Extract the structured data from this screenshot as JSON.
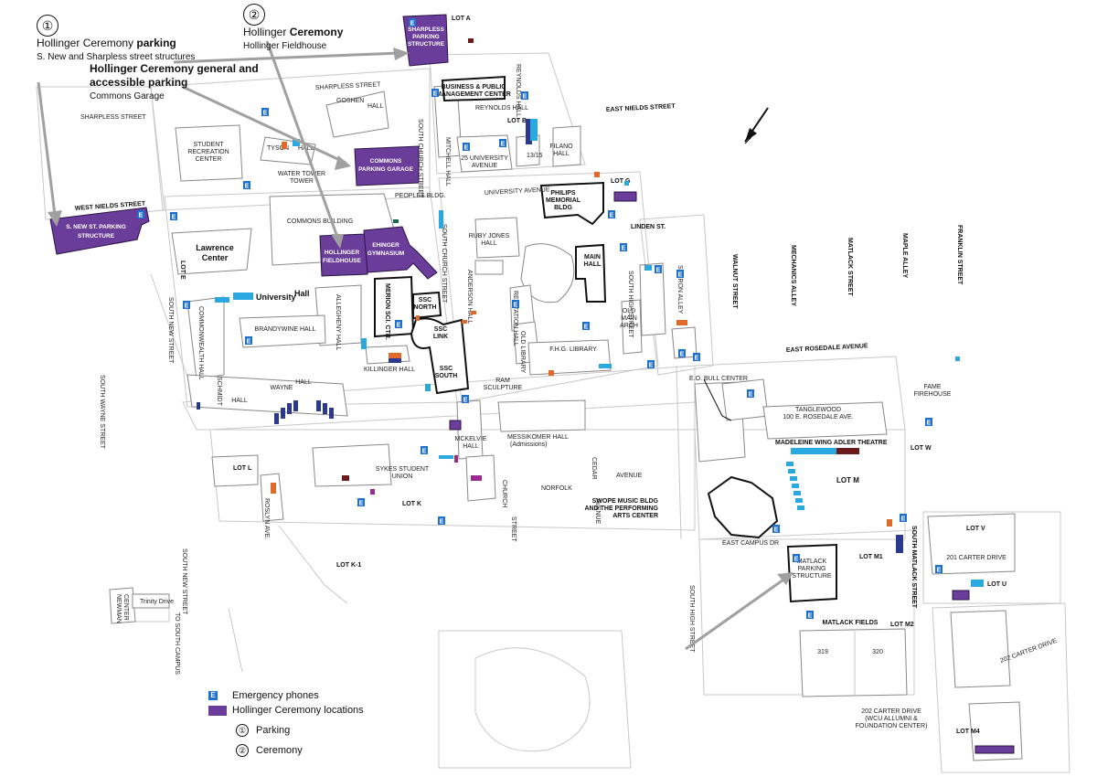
{
  "callouts": {
    "parking": {
      "number": "①",
      "line1_normal": "Hollinger Ceremony ",
      "line1_bold": "parking",
      "line2": "S. New and Sharpless street structures"
    },
    "general": {
      "line1": "Hollinger Ceremony general and",
      "line2": "accessible parking",
      "line3": "Commons Garage"
    },
    "ceremony": {
      "number": "②",
      "line1_normal": "Hollinger ",
      "line1_bold": "Ceremony",
      "line2": "Hollinger Fieldhouse"
    }
  },
  "ceremony_locations": {
    "sharpless": "SHARPLESS PARKING STRUCTURE",
    "commons_garage": "COMMONS PARKING GARAGE",
    "s_new_st": "S. NEW ST. PARKING STRUCTURE",
    "fieldhouse": "HOLLINGER FIELDHOUSE",
    "gymnasium": "EHINGER GYMNASIUM"
  },
  "buildings": {
    "student_rec": "STUDENT RECREATION CENTER",
    "water_tower": "WATER TOWER",
    "commons_building": "COMMONS BUILDING",
    "peoples": "PEOPLES BLDG.",
    "lawrence": "Lawrence Center",
    "university_hall_1": "University",
    "university_hall_2": "Hall",
    "goshen": "GOSHEN",
    "hall": "HALL",
    "tyson": "TYSON",
    "mitchell": "MITCHELL HALL",
    "business_center": "BUSINESS & PUBLIC MANAGEMENT CENTER",
    "reynolds": "REYNOLDS HALL",
    "lot_b": "LOT B",
    "filano": "FILANO HALL",
    "univ_ave_25": "25 UNIVERSITY AVENUE",
    "num_1315": "13/15",
    "philips": "PHILIPS MEMORIAL BLDG",
    "ruby_jones": "RUBY JONES HALL",
    "main_hall": "MAIN HALL",
    "anderson": "ANDERSON HALL",
    "recitation": "RECITATION HALL",
    "old_main_arch": "OLD MAIN ARCH",
    "fhg_library": "F.H.G. LIBRARY",
    "old_library": "OLD LIBRARY",
    "ram_sculpture": "RAM SCULPTURE",
    "merion": "MERION SCI. CTR.",
    "ssc_north": "SSC NORTH",
    "ssc_link": "SSC LINK",
    "ssc_south": "SSC SOUTH",
    "killinger": "KILLINGER HALL",
    "commonwealth": "COMMONWEALTH HALL",
    "allegheny": "ALLEGHENY HALL",
    "brandywine": "BRANDYWINE HALL",
    "schmidt": "SCHMIDT",
    "wayne": "WAYNE",
    "wayne_hall": "HALL",
    "schmidt_hall": "HALL",
    "mckelvie": "MCKELVIE HALL",
    "messikomer": "MESSIKOMER HALL",
    "admissions": "(Admissions)",
    "sykes": "SYKES STUDENT UNION",
    "eo_bull": "E.O. BULL CENTER",
    "tanglewood_1": "TANGLEWOOD",
    "tanglewood_2": "100 E. ROSEDALE AVE.",
    "madeleine": "MADELEINE WING ADLER THEATRE",
    "swope_1": "SWOPE MUSIC BLDG",
    "swope_2": "AND THE PERFORMING",
    "swope_3": "ARTS CENTER",
    "matlack_structure_1": "MATLACK",
    "matlack_structure_2": "PARKING",
    "matlack_structure_3": "STRUCTURE",
    "fame_1": "FAME",
    "fame_2": "FIREHOUSE",
    "carter_201": "201 CARTER DRIVE",
    "carter_202": "202 CARTER DRIVE",
    "carter_202_desc_1": "202 CARTER DRIVE",
    "carter_202_desc_2": "(WCU ALLUMNI &",
    "carter_202_desc_3": "FOUNDATION CENTER)",
    "matlack_fields": "MATLACK FIELDS",
    "field_319": "319",
    "field_320": "320",
    "newman_1": "NEWMAN",
    "newman_2": "CENTER",
    "trinity": "Trinity Drive",
    "to_south_campus": "TO SOUTH CAMPUS"
  },
  "lots": {
    "a": "LOT A",
    "g": "LOT G",
    "e": "LOT E",
    "l": "LOT L",
    "k": "LOT K",
    "k1": "LOT K-1",
    "m": "LOT M",
    "m1": "LOT M1",
    "m2": "LOT M2",
    "m4": "LOT M4",
    "w": "LOT W",
    "v": "LOT V",
    "u": "LOT U"
  },
  "streets": {
    "sharpless": "SHARPLESS STREET",
    "sharpless_2": "SHARPLESS STREET",
    "east_nields": "EAST NIELDS STREET",
    "west_nields": "WEST NIELDS STREET",
    "university_ave": "UNIVERSITY AVENUE",
    "linden": "LINDEN ST.",
    "south_church": "SOUTH CHURCH STREET",
    "south_church_2": "SOUTH CHURCH STREET",
    "south_high": "SOUTH HIGH STREET",
    "south_high_2": "SOUTH HIGH STREET",
    "sharon_alley": "SHARON ALLEY",
    "walnut": "WALNUT STREET",
    "mechanics": "MECHANICS ALLEY",
    "matlack_st": "MATLACK STREET",
    "maple": "MAPLE ALLEY",
    "franklin": "FRANKLIN STREET",
    "east_rosedale": "EAST ROSEDALE AVENUE",
    "south_new": "SOUTH NEW STREET",
    "south_new_2": "SOUTH NEW STREET",
    "south_wayne": "SOUTH WAYNE STREET",
    "roslyn": "ROSLYN AVE.",
    "norfolk": "NORFOLK",
    "church": "CHURCH",
    "street": "STREET",
    "cedar": "CEDAR",
    "avenue": "AVENUE",
    "avenue_2": "AVENUE",
    "east_campus_dr": "EAST CAMPUS DR",
    "south_matlack": "SOUTH MATLACK STREET",
    "reynolds_hall_st": "REYNOLDS HALL"
  },
  "ephone_letter": "E",
  "legend": {
    "emergency": "Emergency phones",
    "ceremony": "Hollinger Ceremony locations",
    "parking_num": "①",
    "parking": "Parking",
    "ceremony_num": "②",
    "ceremony_label": "Ceremony"
  },
  "colors": {
    "ceremony_purple": "#6a3d9a",
    "ephone_blue": "#1f6fcf",
    "parking_cyan": "#29a9e0",
    "parking_orange": "#e06a2a",
    "parking_navy": "#2b3a8f",
    "parking_magenta": "#9b2a8f",
    "parking_maroon": "#6b1a1a"
  }
}
